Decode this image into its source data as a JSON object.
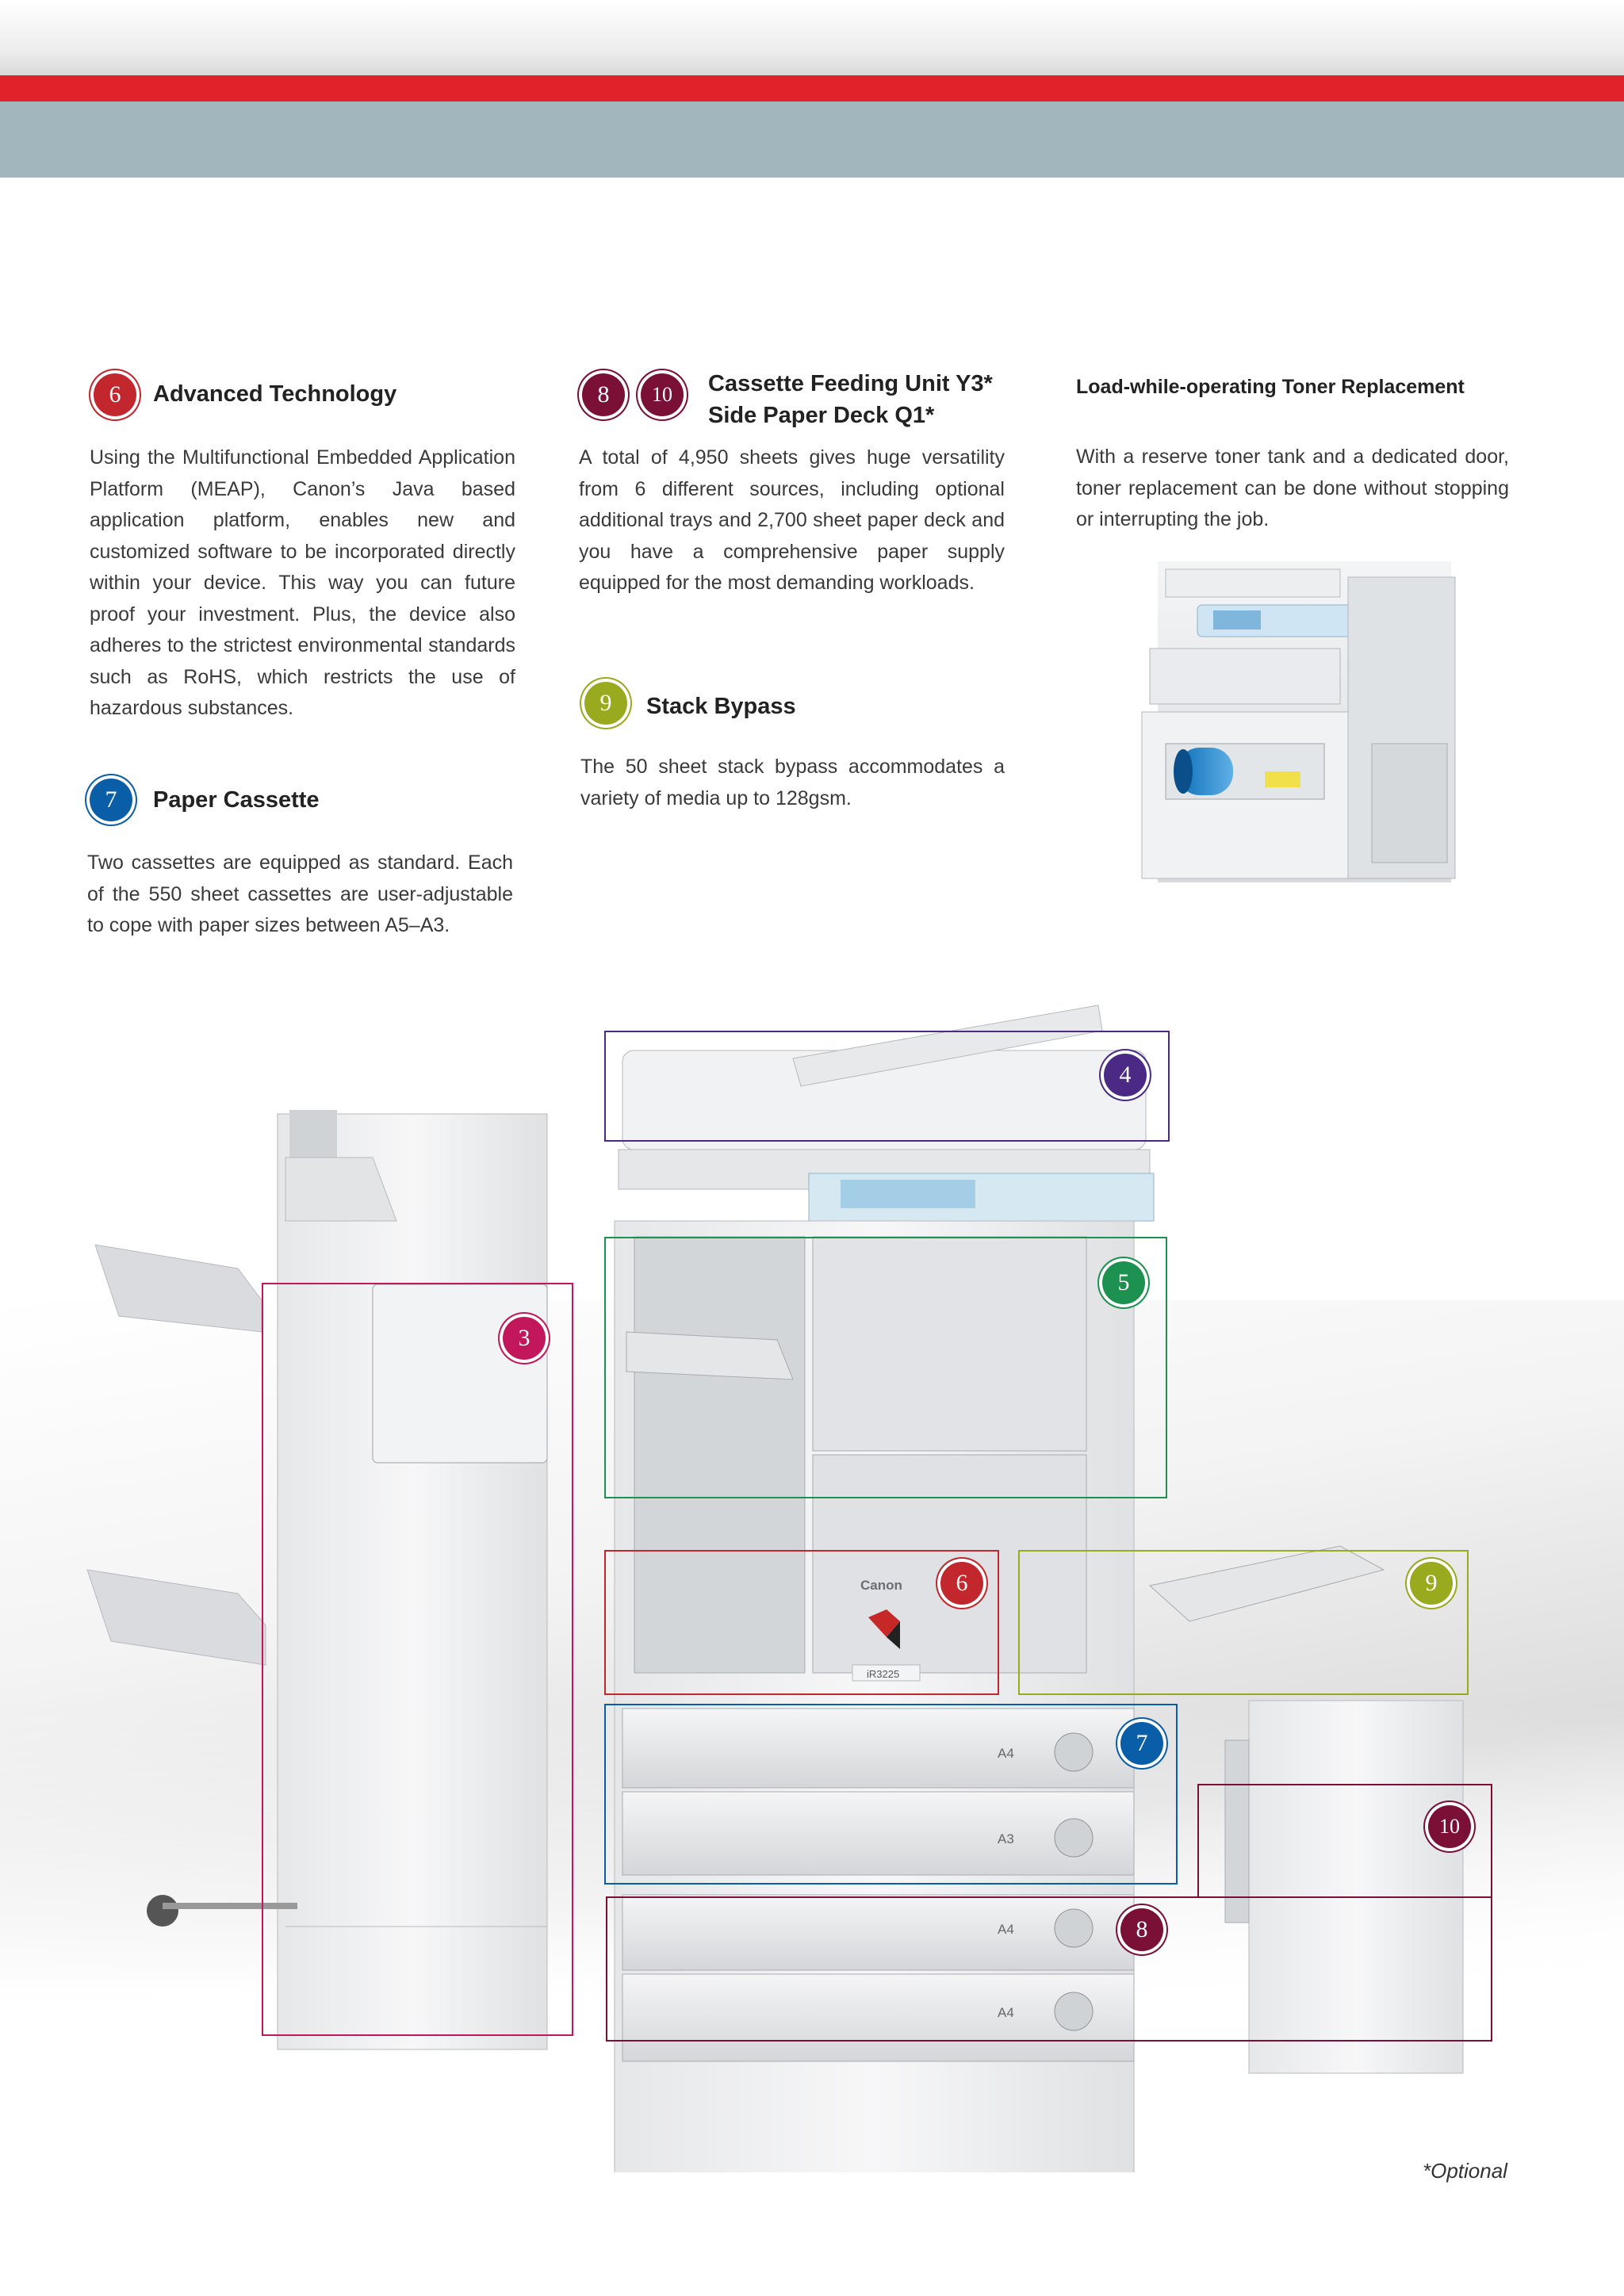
{
  "sections": {
    "advanced_technology": {
      "badge": "6",
      "title": "Advanced Technology",
      "body": "Using the Multifunctional Embedded Application Platform (MEAP), Canon’s Java based application platform, enables new and customized software to be incorporated directly within your device. This way you can future proof your investment. Plus, the device also adheres to the strictest environmental standards such as RoHS, which restricts the use of hazardous substances."
    },
    "paper_cassette": {
      "badge": "7",
      "title": "Paper Cassette",
      "body": "Two cassettes are equipped as standard. Each of the 550 sheet cassettes are user-adjustable to cope with paper sizes between A5–A3."
    },
    "cassette_feeding": {
      "badge_a": "8",
      "badge_b": "10",
      "title_line1": "Cassette Feeding Unit Y3*",
      "title_line2": "Side Paper Deck Q1*",
      "body": "A total of 4,950 sheets gives huge versatility from 6 different sources, including optional additional trays and 2,700 sheet paper deck and you have a comprehensive paper supply equipped for the most demanding workloads."
    },
    "stack_bypass": {
      "badge": "9",
      "title": "Stack Bypass",
      "body": "The 50 sheet stack bypass accommodates a variety of media up to 128gsm."
    },
    "toner": {
      "title": "Load-while-operating Toner Replacement",
      "body": "With a reserve toner tank and a dedicated door, toner replacement can be done without stopping or interrupting the job."
    }
  },
  "callouts": {
    "c3": "3",
    "c4": "4",
    "c5": "5",
    "c6": "6",
    "c7": "7",
    "c8": "8",
    "c9": "9",
    "c10": "10"
  },
  "machine_labels": {
    "brand": "Canon",
    "model": "iR3225",
    "tray1": "A4",
    "tray2": "A3",
    "tray3": "A4",
    "tray4": "A4"
  },
  "footnote": "*Optional",
  "colors": {
    "red_bar": "#e0222b",
    "blue_bar": "#a2b6bd",
    "badge_red": "#c1272d",
    "badge_blue": "#0a5ea8",
    "badge_maroon": "#7a1036",
    "badge_olive": "#9aaa1e",
    "badge_purple": "#4b2a86",
    "badge_green": "#1c9150",
    "badge_magenta": "#c2185b"
  }
}
